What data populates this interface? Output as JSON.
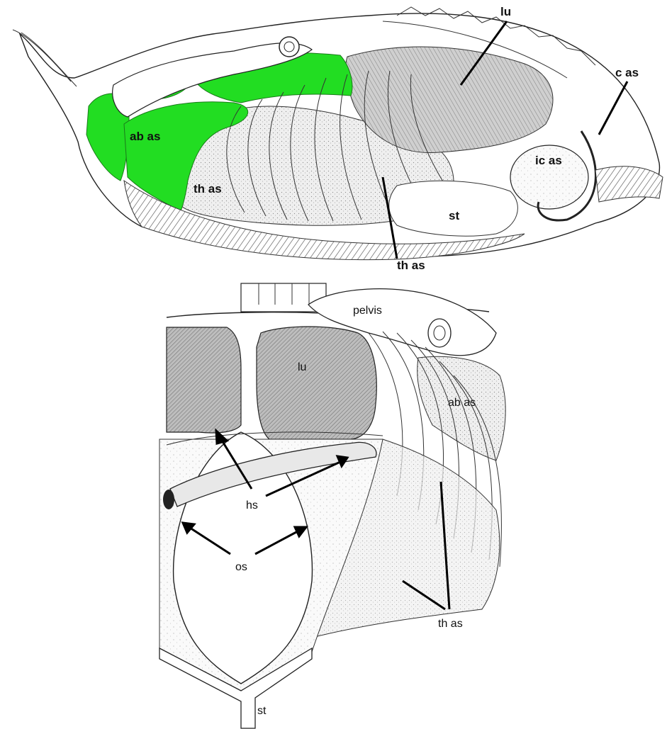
{
  "top_figure": {
    "labels": {
      "lu": "lu",
      "c_as": "c as",
      "ab_as": "ab as",
      "th_as_body": "th as",
      "ic_as": "ic as",
      "st": "st",
      "th_as_bottom": "th as"
    },
    "highlight_color": "#22dd22"
  },
  "bottom_figure": {
    "labels": {
      "pelvis": "pelvis",
      "lu": "lu",
      "ab_as": "ab as",
      "hs": "hs",
      "os": "os",
      "th_as": "th as",
      "st": "st"
    }
  }
}
